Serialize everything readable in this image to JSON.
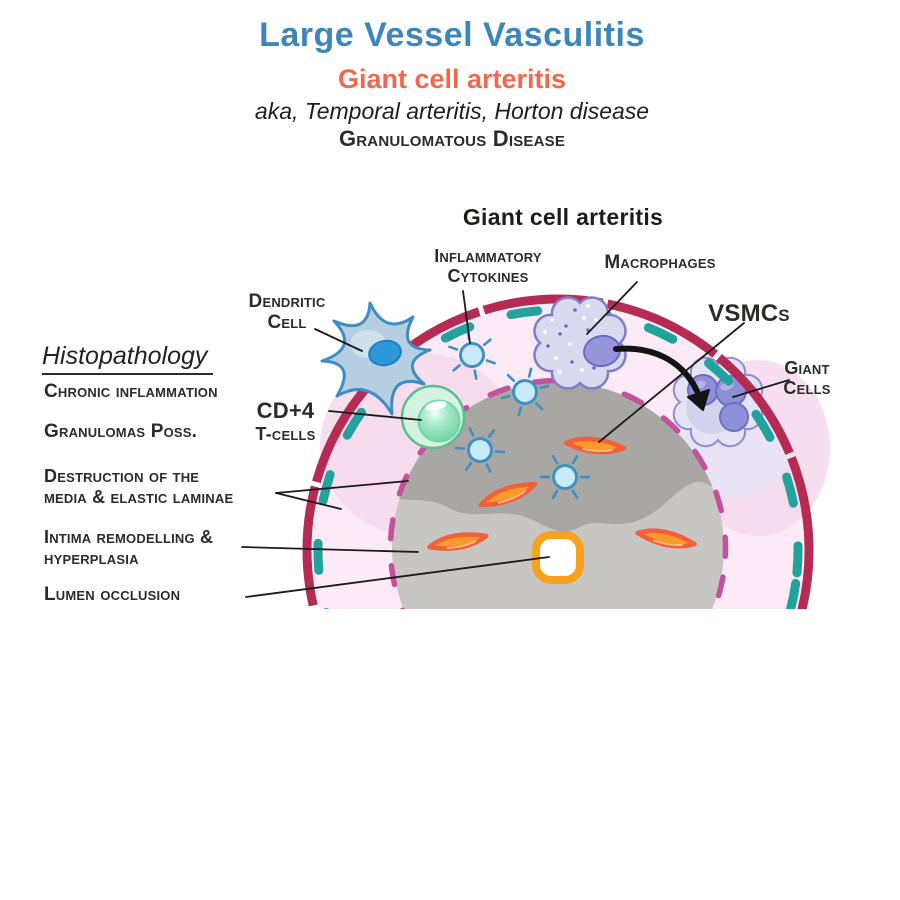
{
  "header": {
    "title": "Large Vessel Vasculitis",
    "subtitle": "Giant cell arteritis",
    "aka": "aka, Temporal arteritis, Horton disease",
    "classification": "Granulomatous Disease"
  },
  "diagram": {
    "title": "Giant cell arteritis",
    "labels": {
      "inflammatory_cytokines": {
        "line1": "Inflammatory",
        "line2": "Cytokines"
      },
      "macrophages": "Macrophages",
      "vsmcs": "VSMCs",
      "giant_cells": {
        "line1": "Giant",
        "line2": "Cells"
      },
      "dendritic_cell": {
        "line1": "Dendritic",
        "line2": "Cell"
      },
      "cd4_tcells": {
        "line1": "CD+4",
        "line2": "T-cells"
      }
    }
  },
  "histopathology": {
    "heading": "Histopathology",
    "items": [
      {
        "line1": "Chronic inflammation",
        "line2": ""
      },
      {
        "line1": "Granulomas Poss.",
        "line2": ""
      },
      {
        "line1": "Destruction of the",
        "line2": "media & elastic laminae"
      },
      {
        "line1": "Intima remodelling &",
        "line2": "hyperplasia"
      },
      {
        "line1": "Lumen occlusion",
        "line2": ""
      }
    ]
  },
  "colors": {
    "title_blue": "#3c86bb",
    "subtitle_coral": "#f2684e",
    "text_dark": "#222220",
    "vessel_wall_maroon": "#b52b54",
    "teal_dash": "#21a29c",
    "lamina_magenta": "#c4509e",
    "adventitia_pink": "#fcebf6",
    "deep_pink": "#f6d9ec",
    "media_gray": "#a9a7a4",
    "intima_gray": "#c8c6c3",
    "lumen_orange": "#f7a21e",
    "vsmc_fill": "#f99b2b",
    "vsmc_outline": "#f2603a",
    "cytokine_fill": "#c8eaf9",
    "cytokine_stroke": "#4090c3",
    "macrophage_fill": "#d9d9f0",
    "macrophage_stroke": "#7e7ec8",
    "macrophage_nucleus": "#9595da",
    "giant_cell_fill": "#e4e4f6",
    "giant_cell_nucleus": "#8f8fd8",
    "dendritic_fill": "#b6cee1",
    "dendritic_stroke": "#3e8cc4",
    "dendritic_nucleus": "#2d97d8",
    "tcell_outer": "#d3f2e1",
    "tcell_stroke": "#5abf8e",
    "tcell_inner": "#7edbb2",
    "arrow_black": "#141414"
  }
}
